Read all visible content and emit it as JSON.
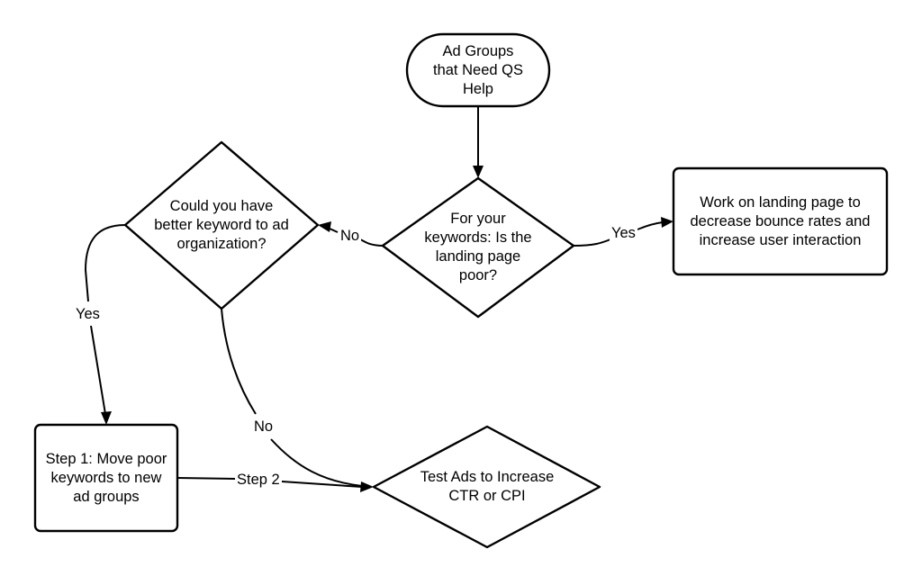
{
  "diagram": {
    "nodes": {
      "start": {
        "text": "Ad Groups\nthat Need QS\nHelp",
        "shape": "terminator"
      },
      "landing_decision": {
        "text": "For your\nkeywords: Is the\nlanding page\npoor?",
        "shape": "decision"
      },
      "organization_decision": {
        "text": "Could you have\nbetter keyword to ad\norganization?",
        "shape": "decision"
      },
      "landing_action": {
        "text": "Work on landing page to\ndecrease bounce rates and\nincrease user interaction",
        "shape": "process"
      },
      "step1_action": {
        "text": "Step 1: Move poor\nkeywords to new\nad groups",
        "shape": "process"
      },
      "test_ads": {
        "text": "Test Ads to Increase\nCTR or CPI",
        "shape": "decision"
      }
    },
    "edges": [
      {
        "from": "start",
        "to": "landing_decision",
        "label": ""
      },
      {
        "from": "landing_decision",
        "to": "organization_decision",
        "label": "No"
      },
      {
        "from": "landing_decision",
        "to": "landing_action",
        "label": "Yes"
      },
      {
        "from": "organization_decision",
        "to": "step1_action",
        "label": "Yes"
      },
      {
        "from": "organization_decision",
        "to": "test_ads",
        "label": "No"
      },
      {
        "from": "step1_action",
        "to": "test_ads",
        "label": "Step 2"
      }
    ],
    "colors": {
      "stroke": "#000000",
      "fill": "#ffffff",
      "text": "#000000"
    }
  }
}
